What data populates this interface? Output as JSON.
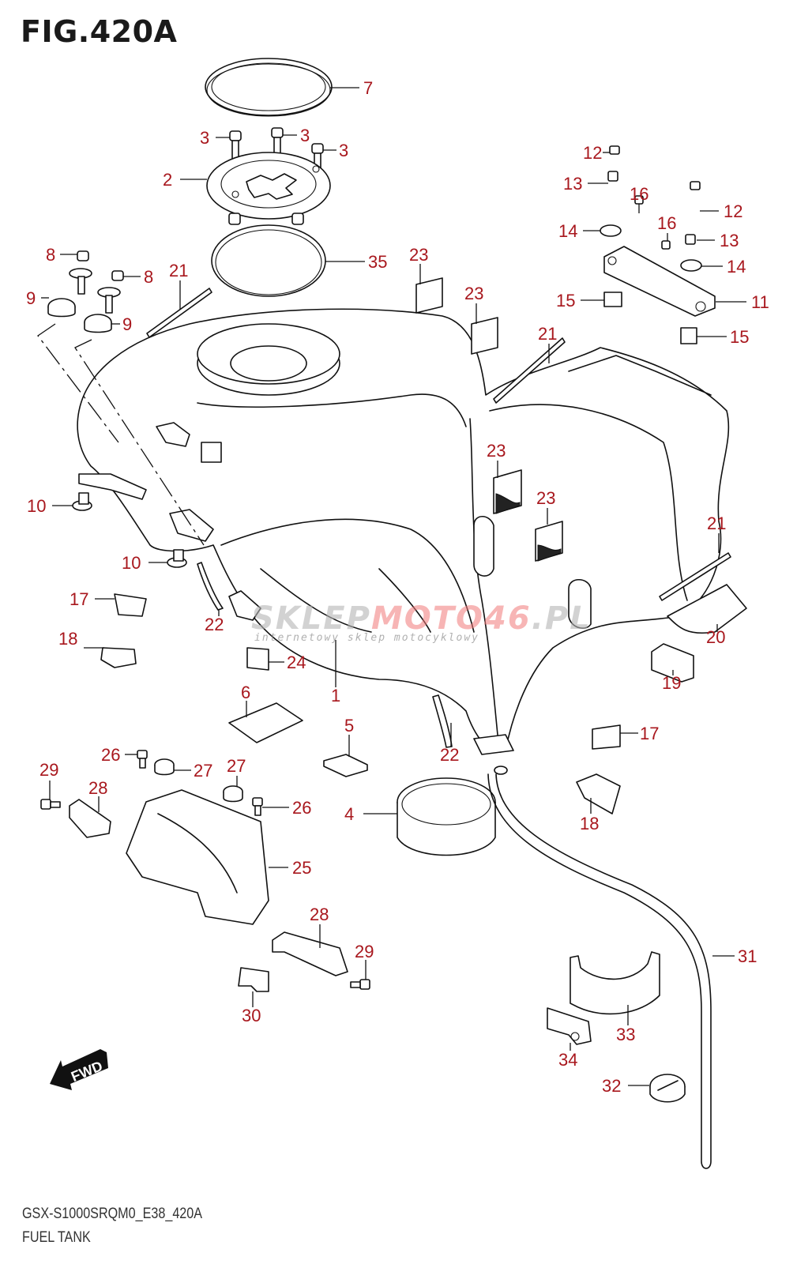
{
  "figure": {
    "title": "FIG.420A",
    "model_code": "GSX-S1000SRQM0_E38_420A",
    "name": "FUEL TANK"
  },
  "watermark": {
    "brand_grey": "SKLEP",
    "brand_red": "MOTO46",
    "brand_suffix": ".PL",
    "tagline": "internetowy sklep motocyklowy"
  },
  "direction_badge": {
    "text": "FWD",
    "icon": "forward-arrow-icon"
  },
  "colors": {
    "label": "#a8171d",
    "line": "#111111",
    "background": "#ffffff"
  },
  "callouts": [
    {
      "ref": "7",
      "part": "gasket ring"
    },
    {
      "ref": "3",
      "part": "cap bolt (a)"
    },
    {
      "ref": "3",
      "part": "cap bolt (b)"
    },
    {
      "ref": "3",
      "part": "cap bolt (c)"
    },
    {
      "ref": "2",
      "part": "fuel cap plate"
    },
    {
      "ref": "35",
      "part": "cap ring"
    },
    {
      "ref": "8",
      "part": "bolt left"
    },
    {
      "ref": "8",
      "part": "bolt right"
    },
    {
      "ref": "9",
      "part": "cushion left"
    },
    {
      "ref": "9",
      "part": "cushion right"
    },
    {
      "ref": "21",
      "part": "strip front"
    },
    {
      "ref": "23",
      "part": "pad a"
    },
    {
      "ref": "23",
      "part": "pad b"
    },
    {
      "ref": "21",
      "part": "strip middle"
    },
    {
      "ref": "12",
      "part": "bolt left"
    },
    {
      "ref": "13",
      "part": "collar left"
    },
    {
      "ref": "14",
      "part": "cushion left"
    },
    {
      "ref": "16",
      "part": "bolt a"
    },
    {
      "ref": "16",
      "part": "bolt b"
    },
    {
      "ref": "12",
      "part": "bolt right"
    },
    {
      "ref": "13",
      "part": "collar right"
    },
    {
      "ref": "14",
      "part": "cushion right"
    },
    {
      "ref": "15",
      "part": "mount left"
    },
    {
      "ref": "11",
      "part": "bracket"
    },
    {
      "ref": "15",
      "part": "mount right"
    },
    {
      "ref": "10",
      "part": "collar upper"
    },
    {
      "ref": "10",
      "part": "collar lower"
    },
    {
      "ref": "23",
      "part": "pad c"
    },
    {
      "ref": "23",
      "part": "pad d"
    },
    {
      "ref": "21",
      "part": "strip rear"
    },
    {
      "ref": "17",
      "part": "protector left"
    },
    {
      "ref": "22",
      "part": "cushion left"
    },
    {
      "ref": "18",
      "part": "protector left"
    },
    {
      "ref": "20",
      "part": "sheet"
    },
    {
      "ref": "24",
      "part": "pad"
    },
    {
      "ref": "1",
      "part": "fuel tank"
    },
    {
      "ref": "19",
      "part": "block"
    },
    {
      "ref": "6",
      "part": "sheet"
    },
    {
      "ref": "5",
      "part": "block"
    },
    {
      "ref": "22",
      "part": "cushion right"
    },
    {
      "ref": "17",
      "part": "protector right"
    },
    {
      "ref": "29",
      "part": "bolt left"
    },
    {
      "ref": "26",
      "part": "bolt left"
    },
    {
      "ref": "27",
      "part": "grommet left"
    },
    {
      "ref": "28",
      "part": "bracket left"
    },
    {
      "ref": "27",
      "part": "grommet right"
    },
    {
      "ref": "26",
      "part": "bolt right"
    },
    {
      "ref": "4",
      "part": "band"
    },
    {
      "ref": "18",
      "part": "protector right"
    },
    {
      "ref": "25",
      "part": "cover"
    },
    {
      "ref": "28",
      "part": "bracket right"
    },
    {
      "ref": "29",
      "part": "bolt right"
    },
    {
      "ref": "31",
      "part": "hose"
    },
    {
      "ref": "30",
      "part": "clip"
    },
    {
      "ref": "33",
      "part": "clamp"
    },
    {
      "ref": "34",
      "part": "clip plate"
    },
    {
      "ref": "32",
      "part": "hose clamp"
    }
  ]
}
